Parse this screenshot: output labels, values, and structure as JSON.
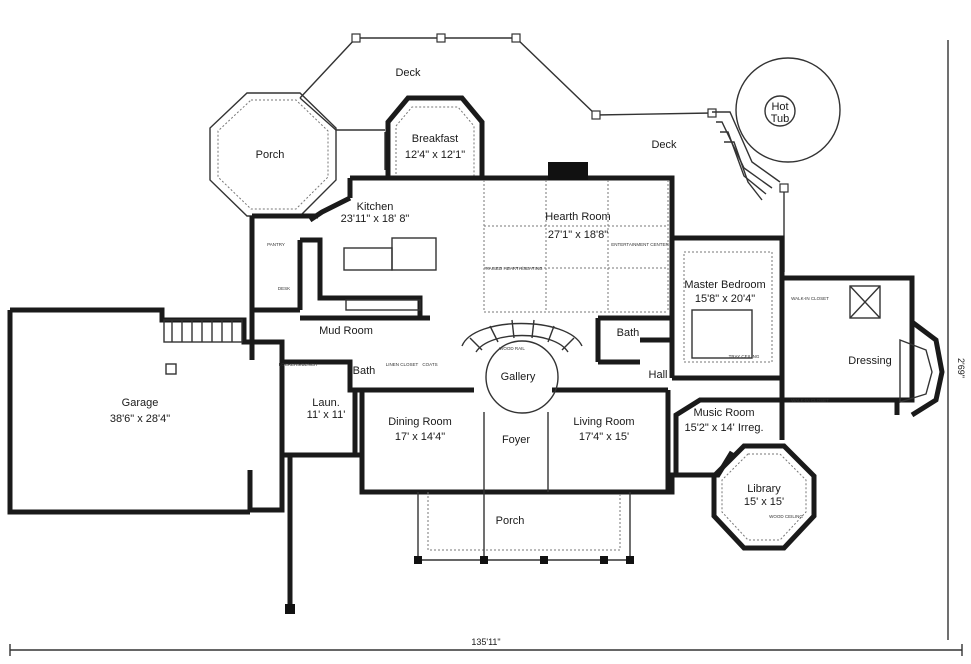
{
  "rooms": {
    "deck_top": {
      "name": "Deck"
    },
    "deck_right": {
      "name": "Deck"
    },
    "hot_tub": {
      "line1": "Hot",
      "line2": "Tub"
    },
    "porch_left": {
      "name": "Porch"
    },
    "breakfast": {
      "name": "Breakfast",
      "dims": "12'4\" x 12'1\""
    },
    "kitchen": {
      "name": "Kitchen",
      "dims": "23'11\" x 18' 8\""
    },
    "hearth": {
      "name": "Hearth Room",
      "dims": "27'1\" x 18'8\""
    },
    "master": {
      "name": "Master Bedroom",
      "dims": "15'8\" x 20'4\""
    },
    "mud": {
      "name": "Mud Room"
    },
    "bath_center": {
      "name": "Bath"
    },
    "bath_left": {
      "name": "Bath"
    },
    "hall": {
      "name": "Hall"
    },
    "gallery": {
      "name": "Gallery"
    },
    "dressing": {
      "name": "Dressing"
    },
    "garage": {
      "name": "Garage",
      "dims": "38'6\" x 28'4\""
    },
    "laundry": {
      "name": "Laun.",
      "dims": "11' x 11'"
    },
    "dining": {
      "name": "Dining Room",
      "dims": "17' x 14'4\""
    },
    "living": {
      "name": "Living Room",
      "dims": "17'4\" x 15'"
    },
    "music": {
      "name": "Music Room",
      "dims": "15'2\" x 14' Irreg."
    },
    "foyer": {
      "name": "Foyer"
    },
    "library": {
      "name": "Library",
      "dims": "15' x 15'"
    },
    "porch_front": {
      "name": "Porch"
    }
  },
  "notes": {
    "pantry": "PANTRY",
    "desk": "DESK",
    "cover_bench": "LOCKERS/BENCH",
    "entertainment": "ENTERTAINMENT CENTER",
    "raised_hearth": "RAISED HEARTH/SEATING",
    "wood_rail": "WOOD RAIL",
    "tray_ceiling": "TRAY CEILING",
    "walk_in_1": "WALK-IN CLOSET",
    "walk_in_2": "WALK-IN CLOSET",
    "wood_ceiling": "WOOD CEILING",
    "linen": "LINEN CLOSET",
    "coats": "COATS"
  },
  "dimensions": {
    "overall_width": "135'11\"",
    "overall_depth": "2'69\""
  }
}
